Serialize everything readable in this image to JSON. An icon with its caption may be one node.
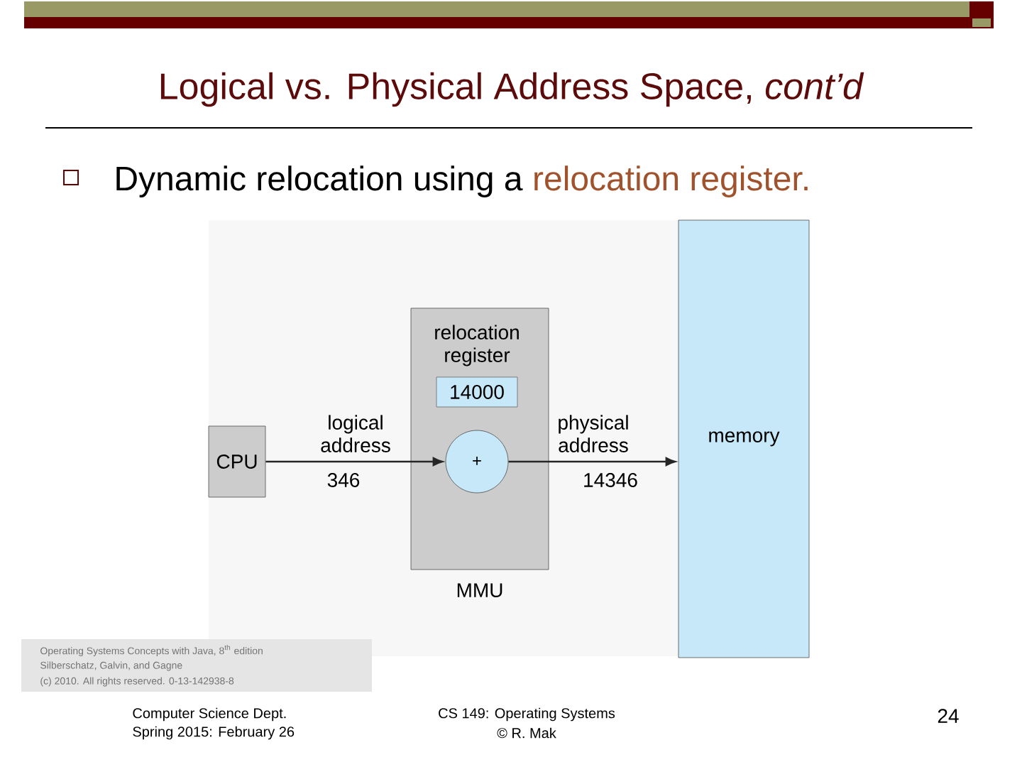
{
  "diagram": {
    "title": "Logical vs. Physical Address Space, *cont’d*",
    "nodes": [
      {
        "text": [
          "CPU"
        ]
      },
      {
        "text": [
          "MMU"
        ]
      },
      {
        "text": [
          "14000"
        ],
        "in": 1,
        "beside": [
          "relocation register"
        ]
      },
      {
        "text": [
          "+"
        ],
        "in": 1
      },
      {
        "text": [
          "memory"
        ]
      }
    ],
    "edges": [
      {
        "from": 0,
        "to": 3,
        "arrow": "to",
        "label": "logical address"
      },
      {
        "from": 3,
        "to": 4,
        "arrow": "to",
        "label": "physical address"
      }
    ],
    "labels": [
      "Dynamic relocation using a",
      "relocation register.",
      "346",
      "14346",
      "Operating Systems Concepts with Java, 8$^{th}$ edition",
      "Silberschatz, Galvin, and Gagne",
      "(c) 2010. All rights reserved. 0-13-142938-8",
      "Computer Science Dept.",
      "Spring 2015: February 26",
      "CS 149: Operating Systems",
      "© R. Mak",
      "24"
    ]
  }
}
